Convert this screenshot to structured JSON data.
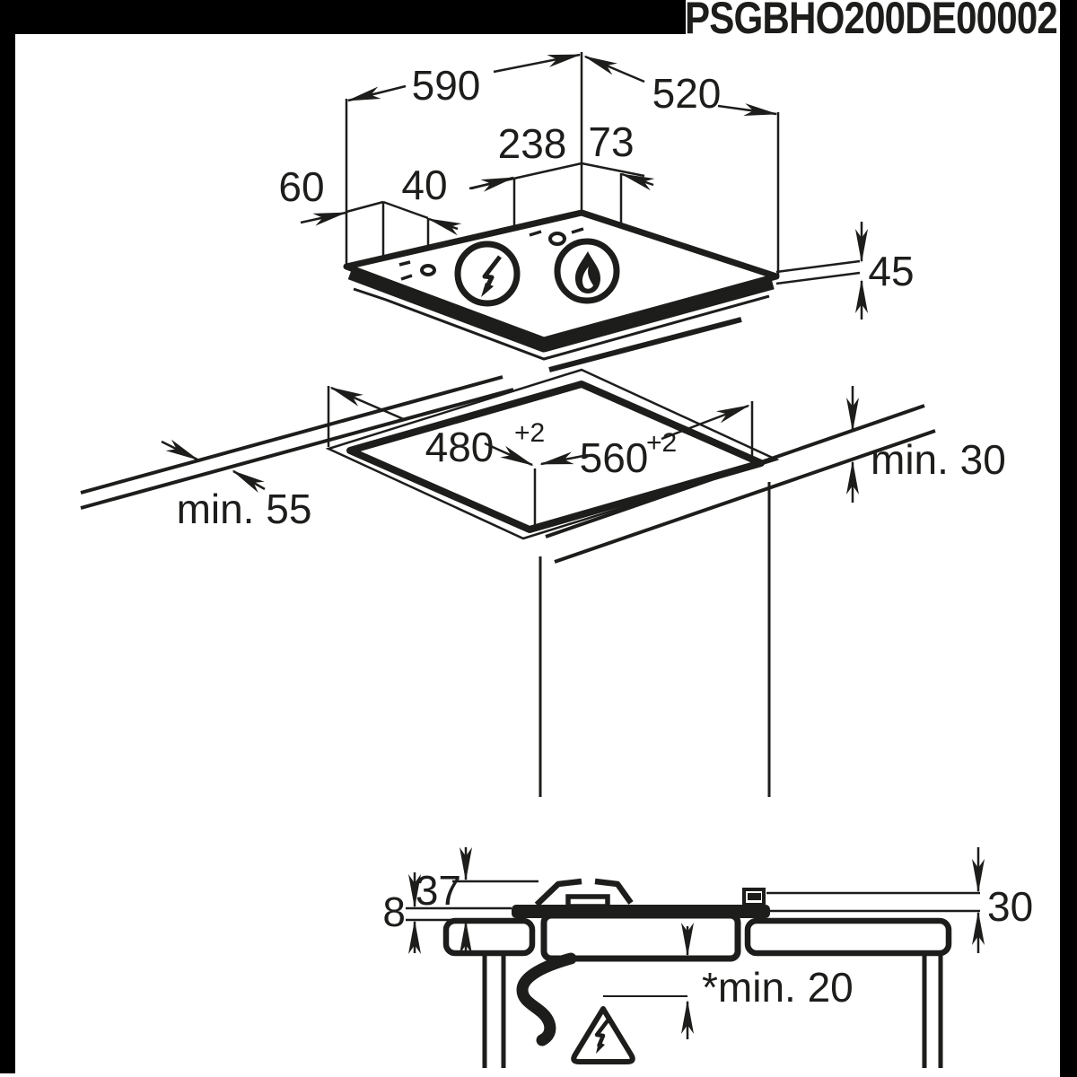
{
  "title": "PSGBHO200DE00002",
  "ink": "#1d1d1b",
  "top_view": {
    "width": "590",
    "depth": "520",
    "burner_center": "238",
    "burner_right": "73",
    "ignition_offset": "60",
    "ignition_spacing": "40",
    "height": "45"
  },
  "cutout_view": {
    "cutout_depth": "480",
    "cutout_depth_tol": "+2",
    "cutout_width": "560",
    "cutout_width_tol": "+2",
    "front_clearance": "min. 55",
    "worktop_thickness": "min. 30"
  },
  "section_view": {
    "glass_thickness": "8",
    "support_height": "37",
    "top_height": "30",
    "bottom_clearance": "*min. 20"
  },
  "icons": {
    "electric_burner": "lightning-bolt-icon",
    "gas_burner": "flame-icon",
    "hazard": "electrical-warning-triangle-icon"
  }
}
